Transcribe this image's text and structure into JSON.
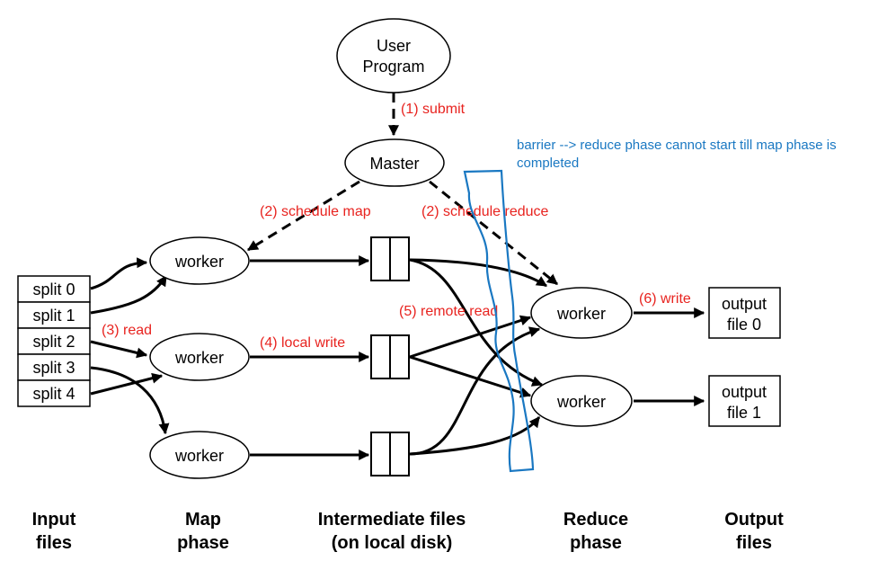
{
  "nodes": {
    "user_program": [
      "User",
      "Program"
    ],
    "master": "Master",
    "map_worker": "worker",
    "reduce_worker": "worker",
    "output_files": [
      [
        "output",
        "file 0"
      ],
      [
        "output",
        "file 1"
      ]
    ]
  },
  "splits": [
    "split 0",
    "split 1",
    "split 2",
    "split 3",
    "split 4"
  ],
  "edges": {
    "submit": "(1) submit",
    "schedule_map": "(2) schedule map",
    "schedule_reduce": "(2) schedule reduce",
    "read": "(3) read",
    "local_write": "(4) local write",
    "remote_read": "(5) remote read",
    "write": "(6) write"
  },
  "annotation": {
    "line1": "barrier --> reduce phase cannot start till map phase is",
    "line2": "completed",
    "color": "#1a78c2"
  },
  "phases": {
    "input": [
      "Input",
      "files"
    ],
    "map": [
      "Map",
      "phase"
    ],
    "intermediate": [
      "Intermediate files",
      "(on local disk)"
    ],
    "reduce": [
      "Reduce",
      "phase"
    ],
    "output": [
      "Output",
      "files"
    ]
  },
  "colors": {
    "edge_label": "#e8231f",
    "lines": "#000000"
  }
}
